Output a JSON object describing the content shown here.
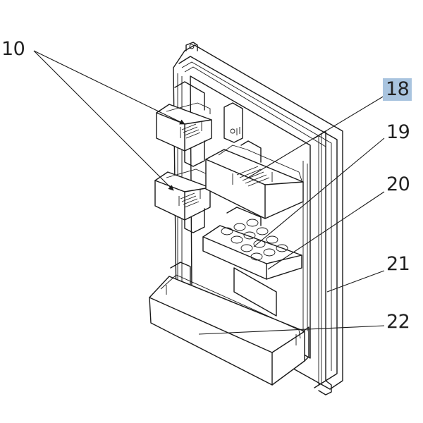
{
  "labels": {
    "part_10": "10",
    "part_18": "18",
    "part_19": "19",
    "part_20": "20",
    "part_21": "21",
    "part_22": "22"
  },
  "colors": {
    "highlight": "#a9c4df",
    "line": "#1a1a1a"
  }
}
